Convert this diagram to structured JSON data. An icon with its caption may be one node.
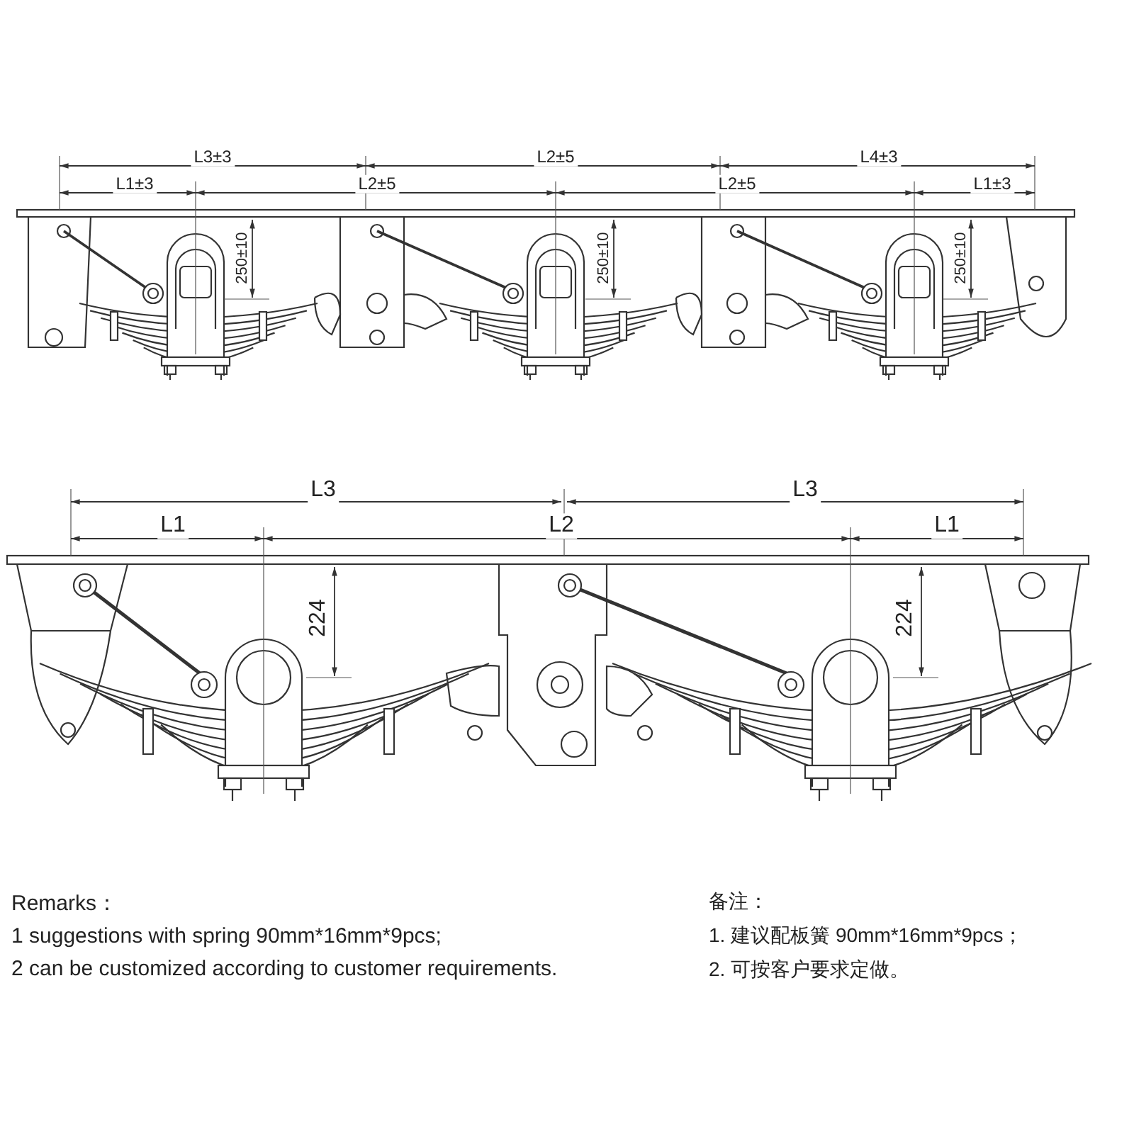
{
  "diagram": {
    "labels": [
      "L3±3",
      "L2±5",
      "L4±3",
      "L1±3",
      "L2±5",
      "L2±5",
      "L1±3",
      "250±10",
      "250±10",
      "250±10",
      "L3",
      "L3",
      "L1",
      "L2",
      "L1",
      "224",
      "224",
      "Remarks：",
      "1 suggestions with spring 90mm*16mm*9pcs;",
      "2 can be customized according to customer requirements.",
      "备注：",
      "1. 建议配板簧 90mm*16mm*9pcs；",
      "2. 可按客户要求定做。"
    ]
  }
}
